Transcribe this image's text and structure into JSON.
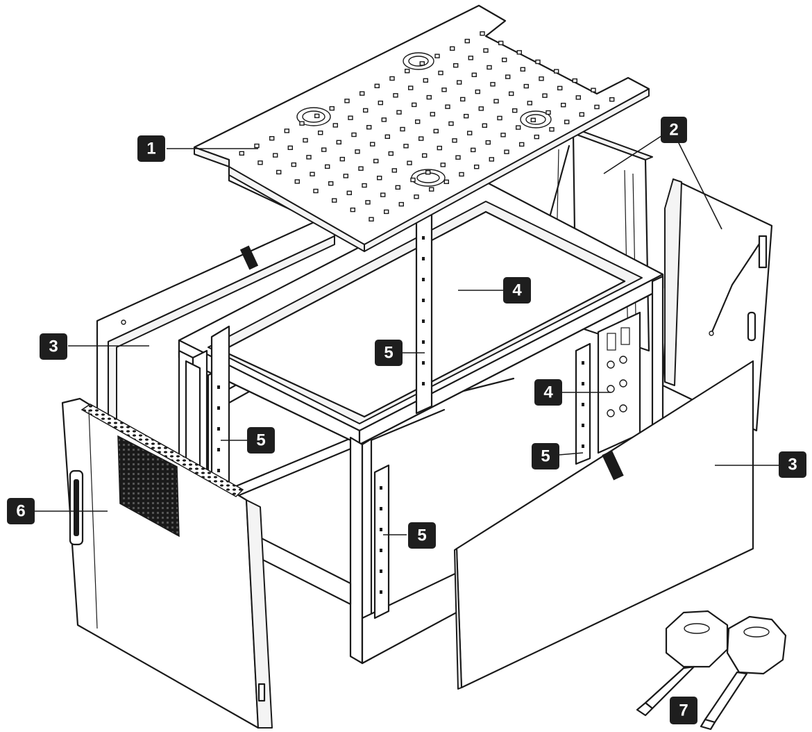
{
  "callouts": [
    {
      "id": "c1",
      "label": "1"
    },
    {
      "id": "c2",
      "label": "2"
    },
    {
      "id": "c3a",
      "label": "3"
    },
    {
      "id": "c3b",
      "label": "3"
    },
    {
      "id": "c4a",
      "label": "4"
    },
    {
      "id": "c4b",
      "label": "4"
    },
    {
      "id": "c5a",
      "label": "5"
    },
    {
      "id": "c5b",
      "label": "5"
    },
    {
      "id": "c5c",
      "label": "5"
    },
    {
      "id": "c5d",
      "label": "5"
    },
    {
      "id": "c6",
      "label": "6"
    },
    {
      "id": "c7",
      "label": "7"
    }
  ],
  "colors": {
    "line": "#1a1a1a",
    "callout_bg": "#1e1e1e",
    "callout_text": "#ffffff"
  }
}
